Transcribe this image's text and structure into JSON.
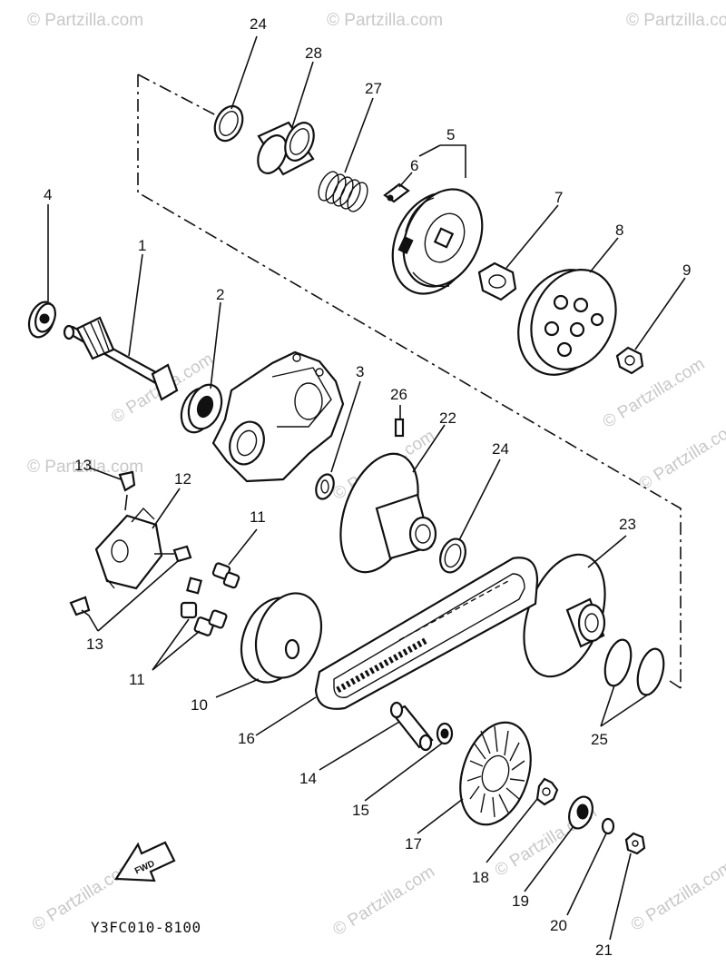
{
  "watermark": "© Partzilla.com",
  "diagram_code": "Y3FC010-8100",
  "fwd_label": "FWD",
  "callouts": {
    "c1": "1",
    "c2": "2",
    "c3": "3",
    "c4": "4",
    "c5": "5",
    "c6": "6",
    "c7": "7",
    "c8": "8",
    "c9": "9",
    "c10": "10",
    "c11a": "11",
    "c11b": "11",
    "c12": "12",
    "c13a": "13",
    "c13b": "13",
    "c14": "14",
    "c15": "15",
    "c16": "16",
    "c17": "17",
    "c18": "18",
    "c19": "19",
    "c20": "20",
    "c21": "21",
    "c22": "22",
    "c23": "23",
    "c24a": "24",
    "c24b": "24",
    "c25": "25",
    "c26": "26",
    "c27": "27",
    "c28": "28"
  }
}
